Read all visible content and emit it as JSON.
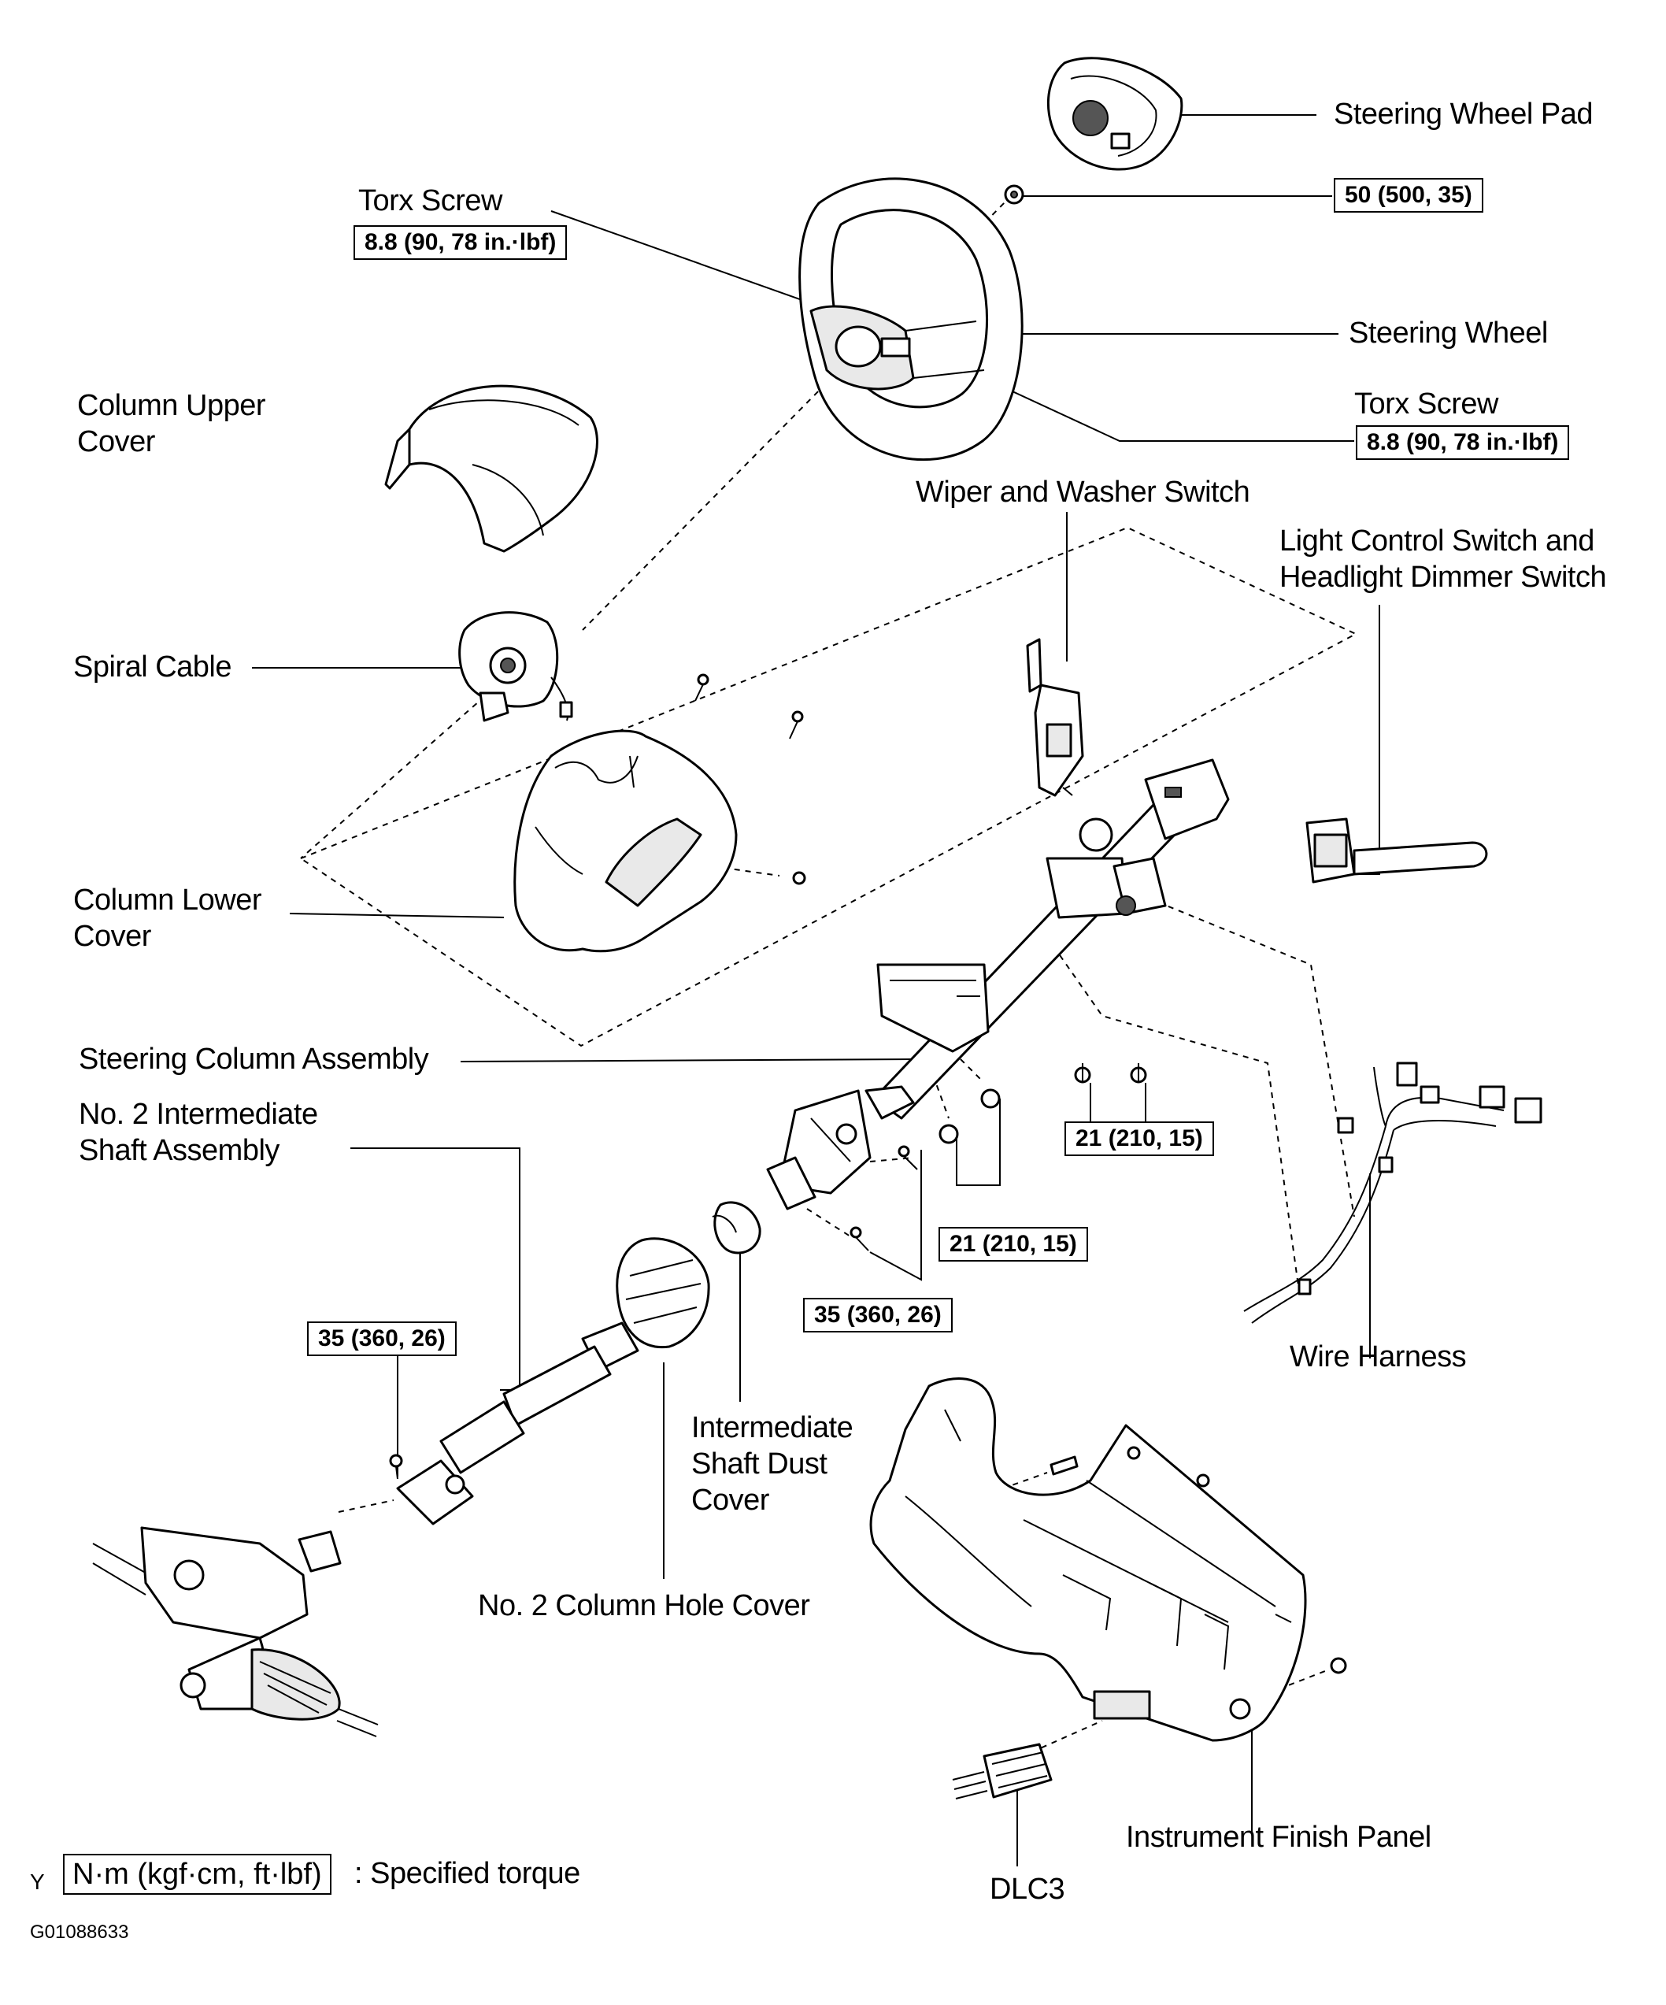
{
  "labels": {
    "steering_wheel_pad": "Steering Wheel Pad",
    "torx_screw_upper": "Torx Screw",
    "steering_wheel": "Steering Wheel",
    "torx_screw_right": "Torx Screw",
    "column_upper_cover": [
      "Column Upper",
      "Cover"
    ],
    "wiper_washer_switch": "Wiper and Washer Switch",
    "light_control_switch": [
      "Light Control Switch and",
      "Headlight Dimmer Switch"
    ],
    "spiral_cable": "Spiral Cable",
    "column_lower_cover": [
      "Column Lower",
      "Cover"
    ],
    "steering_column_assembly": "Steering Column Assembly",
    "no2_intermediate_shaft": [
      "No. 2 Intermediate",
      "Shaft Assembly"
    ],
    "wire_harness": "Wire Harness",
    "intermediate_shaft_dust_cover": [
      "Intermediate",
      "Shaft Dust",
      "Cover"
    ],
    "no2_column_hole_cover": "No. 2 Column Hole Cover",
    "instrument_finish_panel": "Instrument Finish Panel",
    "dlc3": "DLC3"
  },
  "torques": {
    "pad_nut": "50 (500, 35)",
    "torx_upper": "8.8 (90, 78 in.·lbf)",
    "torx_right": "8.8 (90, 78 in.·lbf)",
    "column_bolts": "21 (210, 15)",
    "column_nuts": "21 (210, 15)",
    "shaft_bolts": "35 (360, 26)",
    "yoke_bolt": "35 (360, 26)"
  },
  "legend": {
    "unit_box": "N·m (kgf·cm, ft·lbf)",
    "description": ": Specified torque"
  },
  "footer": {
    "corner_mark": "Y",
    "figure_id": "G01088633"
  }
}
